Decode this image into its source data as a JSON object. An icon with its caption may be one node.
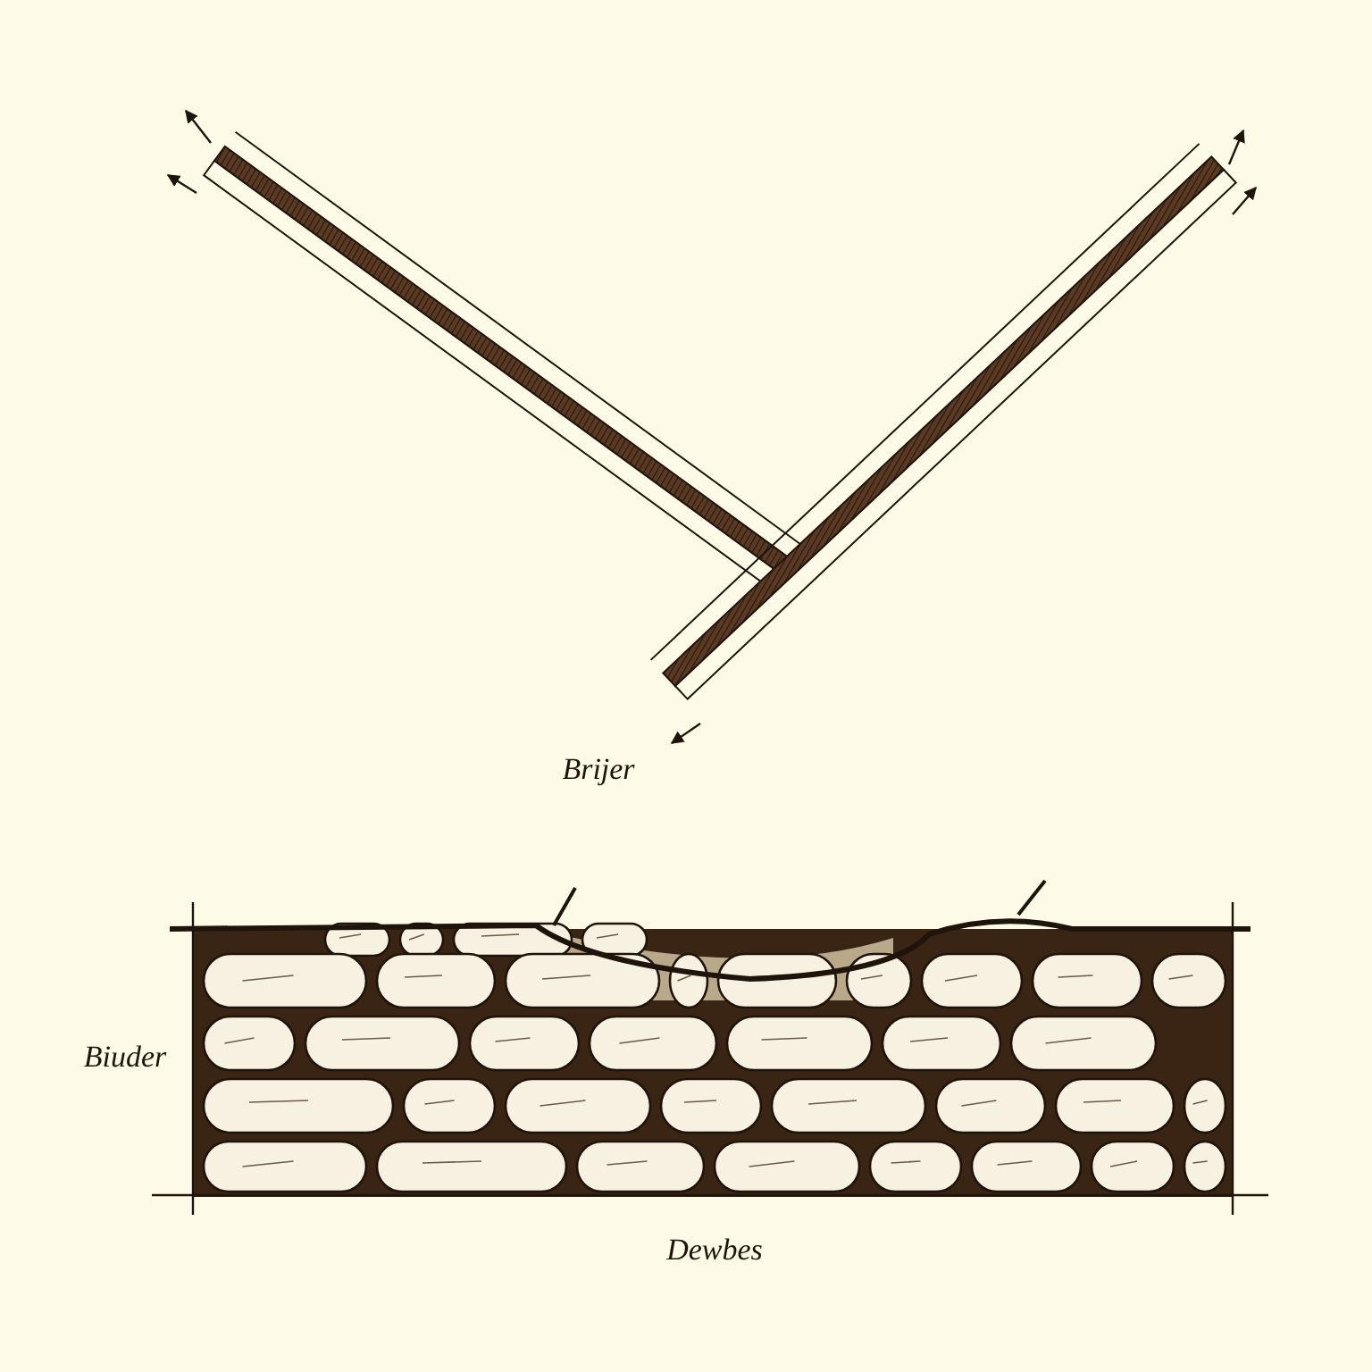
{
  "diagram": {
    "labels": [
      "Brijer",
      "Biuder",
      "Dewbes"
    ]
  }
}
